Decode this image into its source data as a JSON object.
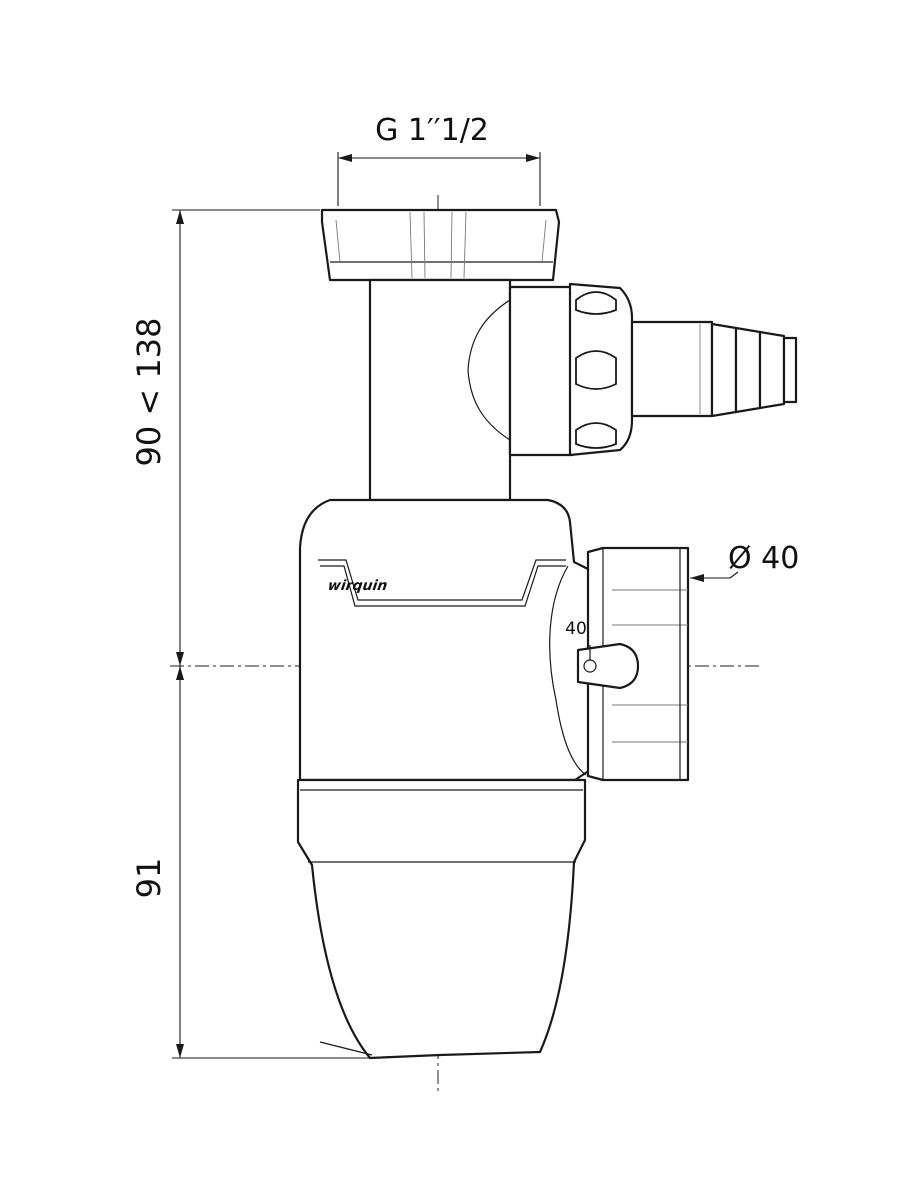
{
  "drawing": {
    "thread_size": "G 1′′1/2",
    "upper_height": "90 < 138",
    "lower_height": "91",
    "outlet_diameter": "Ø 40",
    "brand": "wirquin",
    "outlet_mark": "40"
  }
}
